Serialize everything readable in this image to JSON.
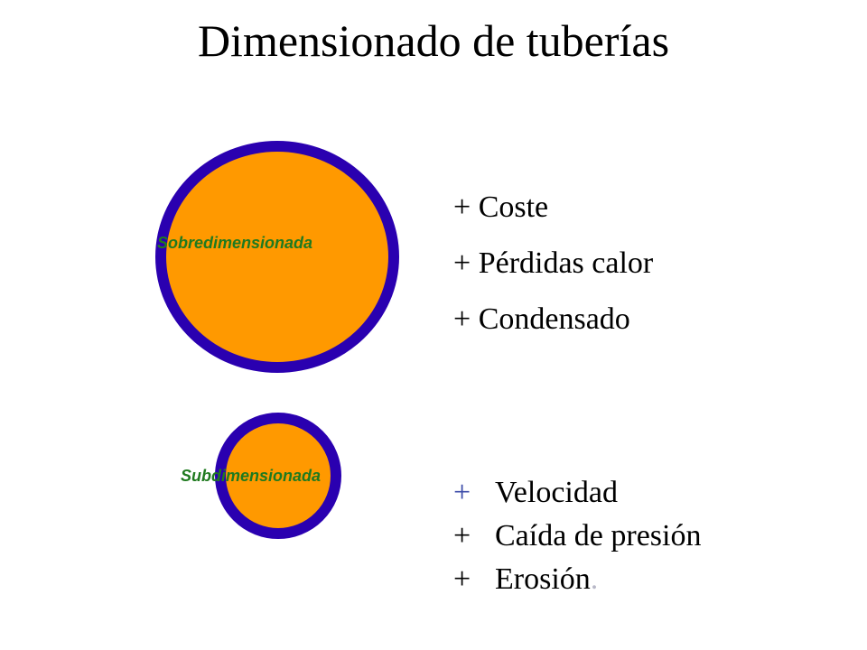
{
  "title": "Dimensionado de tuberías",
  "colors": {
    "pipe_fill": "#ff9900",
    "pipe_wall": "#2a00b0",
    "label": "#1f7a1f",
    "text": "#000000"
  },
  "oversized": {
    "label": "Sobredimensionada",
    "effects": [
      {
        "sign": "+",
        "text": "Coste"
      },
      {
        "sign": "+",
        "text": "Pérdidas calor"
      },
      {
        "sign": "+",
        "text": "Condensado"
      }
    ]
  },
  "undersized": {
    "label": "Subdimensionada",
    "effects": [
      {
        "sign": "+",
        "text": "Velocidad"
      },
      {
        "sign": "+",
        "text": "Caída de presión"
      },
      {
        "sign": "+",
        "text": "Erosión",
        "trailing": "."
      }
    ]
  }
}
